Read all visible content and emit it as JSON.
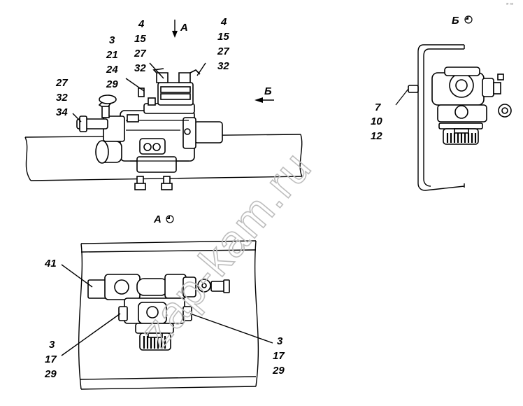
{
  "corner_mark": "ᵃʳ ᵃᵃ",
  "watermark": "zap-kam.ru",
  "view_a": {
    "arrow_label": "А",
    "caption": "А",
    "labels": {
      "top_left_col": [
        "3",
        "21",
        "24",
        "29"
      ],
      "top_mid_col": [
        "4",
        "15",
        "27",
        "32"
      ],
      "top_right_col": [
        "4",
        "15",
        "27",
        "32"
      ],
      "left_col": [
        "27",
        "32",
        "34"
      ],
      "label_41": "41",
      "bottom_left_col": [
        "3",
        "17",
        "29"
      ],
      "bottom_right_col": [
        "3",
        "17",
        "29"
      ]
    }
  },
  "view_b": {
    "arrow_label": "Б",
    "caption": "Б",
    "labels": {
      "side_col": [
        "7",
        "10",
        "12"
      ]
    }
  },
  "icons": {
    "view_marker": "circle-view-marker-icon"
  }
}
